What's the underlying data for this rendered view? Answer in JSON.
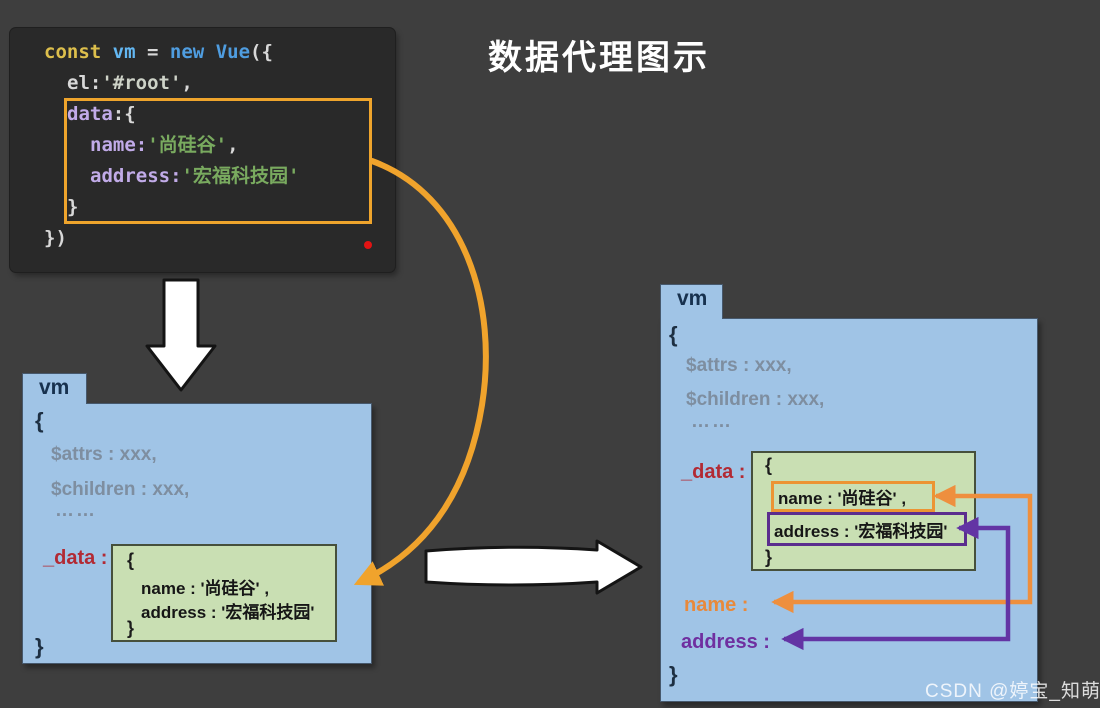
{
  "title": "数据代理图示",
  "code": {
    "line1": {
      "kw_const": "const",
      "var_vm": "vm",
      "op_eq": "=",
      "kw_new": "new",
      "cls_vue": "Vue",
      "punc_open": "({"
    },
    "line2": {
      "key_el": "el:",
      "str_root": "'#root'",
      "comma": ","
    },
    "line3": {
      "key_data": "data",
      "punc": ":{"
    },
    "line4": {
      "key_name": "name:",
      "str": "'尚硅谷'",
      "comma": ","
    },
    "line5": {
      "key_address": "address:",
      "str": "'宏福科技园'"
    },
    "line6": {
      "brace": "}"
    },
    "line7": {
      "punc": "})"
    }
  },
  "left_box": {
    "tab": "vm",
    "brace_open": "{",
    "attrs_line": "$attrs : xxx,",
    "children_line": "$children : xxx,",
    "ellipsis": "……",
    "data_key": "_data :",
    "data_obj": {
      "brace_open": "{",
      "name_line": "name : '尚硅谷' ,",
      "address_line": "address : '宏福科技园'",
      "brace_close": "}"
    },
    "brace_close": "}"
  },
  "right_box": {
    "tab": "vm",
    "brace_open": "{",
    "attrs_line": "$attrs : xxx,",
    "children_line": "$children : xxx,",
    "ellipsis": "……",
    "data_key": "_data :",
    "data_obj": {
      "brace_open": "{",
      "name_line": "name : '尚硅谷' ,",
      "address_line": "address : '宏福科技园'",
      "brace_close": "}"
    },
    "name_label": "name :",
    "address_label": "address :",
    "brace_close": "}"
  },
  "watermark": "CSDN @婷宝_知萌",
  "colors": {
    "highlight_orange": "#eea42c",
    "arrow_orange": "#ee8f3e",
    "arrow_purple": "#6334a4",
    "box_purple": "#5b2d8e",
    "label_orange": "#e8893b",
    "label_purple": "#6f2fa0",
    "data_red": "#b22a34",
    "folder_blue": "#a0c4e6",
    "object_green": "#c9dfb3",
    "record_dot_red": "#e21313"
  }
}
